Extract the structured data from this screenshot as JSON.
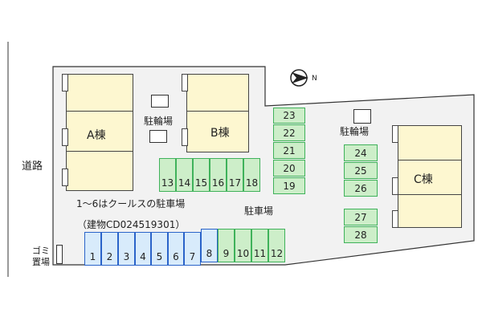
{
  "labels": {
    "road": "道路",
    "garbage_line1": "ゴミ",
    "garbage_line2": "置場",
    "coolus_note": "1～6はクールスの駐車場",
    "building_code": "（建物CD024519301）",
    "parking": "駐車場",
    "bike_parking_1": "駐輪場",
    "bike_parking_2": "駐輪場",
    "north": "N"
  },
  "buildings": {
    "a": "A棟",
    "b": "B棟",
    "c": "C棟"
  },
  "spaces": {
    "bottom_blue": [
      "1",
      "2",
      "3",
      "4",
      "5",
      "6",
      "7",
      "8"
    ],
    "bottom_green": [
      "9",
      "10",
      "11",
      "12"
    ],
    "middle_row": [
      "13",
      "14",
      "15",
      "16",
      "17",
      "18"
    ],
    "column_b": [
      "23",
      "22",
      "21",
      "20",
      "19"
    ],
    "column_c_top": [
      "24",
      "25",
      "26"
    ],
    "column_c_bottom": [
      "27",
      "28"
    ]
  },
  "colors": {
    "building_fill": "#fdf7d0",
    "green_space": "#cdeec9",
    "green_border": "#3fb25a",
    "blue_space": "#d8ebfb",
    "blue_border": "#2a63c9",
    "lot_fill": "#f2f2f2"
  }
}
